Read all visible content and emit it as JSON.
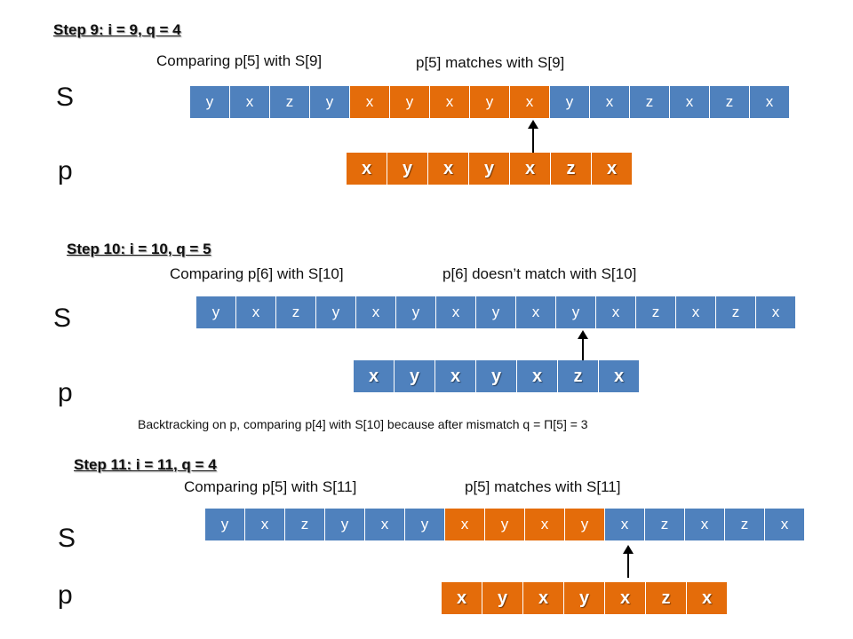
{
  "colors": {
    "blue": "#4f81bd",
    "orange": "#e46c0a",
    "text": "#111111"
  },
  "steps": [
    {
      "title": "Step 9: i = 9, q = 4",
      "caption_left": "Comparing p[5] with S[9]",
      "caption_right": "p[5] matches with S[9]",
      "s_label": "S",
      "p_label": "p",
      "s_cells": [
        "y",
        "x",
        "z",
        "y",
        "x",
        "y",
        "x",
        "y",
        "x",
        "y",
        "x",
        "z",
        "x",
        "z",
        "x"
      ],
      "s_highlight": [
        4,
        5,
        6,
        7,
        8
      ],
      "p_cells": [
        "x",
        "y",
        "x",
        "y",
        "x",
        "z",
        "x"
      ],
      "p_highlight": [
        0,
        1,
        2,
        3,
        4,
        5,
        6
      ],
      "note": ""
    },
    {
      "title": "Step 10: i = 10, q = 5",
      "caption_left": "Comparing p[6] with S[10]",
      "caption_right": "p[6] doesn’t match with S[10]",
      "s_label": "S",
      "p_label": "p",
      "s_cells": [
        "y",
        "x",
        "z",
        "y",
        "x",
        "y",
        "x",
        "y",
        "x",
        "y",
        "x",
        "z",
        "x",
        "z",
        "x"
      ],
      "s_highlight": [],
      "p_cells": [
        "x",
        "y",
        "x",
        "y",
        "x",
        "z",
        "x"
      ],
      "p_highlight": [],
      "note": "Backtracking on p, comparing p[4] with S[10] because after mismatch q = Π[5] = 3"
    },
    {
      "title": "Step 11: i = 11, q = 4",
      "caption_left": "Comparing p[5] with S[11]",
      "caption_right": "p[5] matches with S[11]",
      "s_label": "S",
      "p_label": "p",
      "s_cells": [
        "y",
        "x",
        "z",
        "y",
        "x",
        "y",
        "x",
        "y",
        "x",
        "y",
        "x",
        "z",
        "x",
        "z",
        "x"
      ],
      "s_highlight": [
        6,
        7,
        8,
        9
      ],
      "p_cells": [
        "x",
        "y",
        "x",
        "y",
        "x",
        "z",
        "x"
      ],
      "p_highlight": [
        0,
        1,
        2,
        3,
        4,
        5,
        6
      ],
      "note": ""
    }
  ]
}
